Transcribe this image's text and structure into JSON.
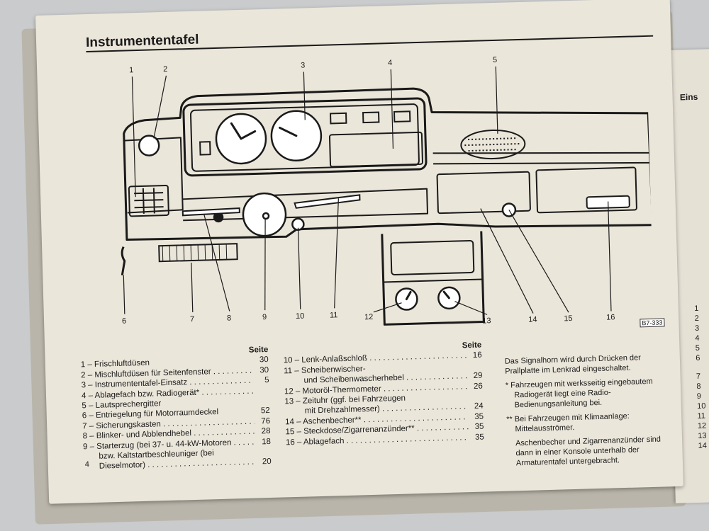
{
  "page": {
    "title": "Instrumententafel",
    "page_number": "4",
    "ref_code": "B7-333",
    "callouts": [
      "1",
      "2",
      "3",
      "4",
      "5",
      "1",
      "2",
      "6",
      "7",
      "8",
      "9",
      "10",
      "11",
      "12",
      "13",
      "14",
      "15",
      "16"
    ]
  },
  "legend_left": {
    "header": "Seite",
    "items": [
      {
        "text": "1 – Frischluftdüsen",
        "page": "30"
      },
      {
        "text": "2 – Mischluftdüsen für Seitenfenster",
        "page": "30"
      },
      {
        "text": "3 – Instrumententafel-Einsatz",
        "page": "5"
      },
      {
        "text": "4 – Ablagefach bzw. Radiogerät*",
        "page": ""
      },
      {
        "text": "5 – Lautsprechergitter",
        "page": ""
      },
      {
        "text": "6 – Entriegelung für Motorraumdeckel",
        "page": "52"
      },
      {
        "text": "7 – Sicherungskasten",
        "page": "76"
      },
      {
        "text": "8 – Blinker- und Abblendhebel",
        "page": "28"
      },
      {
        "text": "9 – Starterzug (bei 37- u. 44-kW-Motoren",
        "page": "18"
      },
      {
        "text": "bzw. Kaltstartbeschleuniger (bei",
        "page": ""
      },
      {
        "text": "Dieselmotor)",
        "page": "20"
      }
    ]
  },
  "legend_right": {
    "header": "Seite",
    "items": [
      {
        "text": "10 – Lenk-Anlaßschloß",
        "page": "16"
      },
      {
        "text": "11 – Scheibenwischer-",
        "page": ""
      },
      {
        "text": "und Scheibenwascherhebel",
        "page": "29"
      },
      {
        "text": "12 – Motoröl-Thermometer",
        "page": "26"
      },
      {
        "text": "13 – Zeituhr (ggf. bei Fahrzeugen",
        "page": ""
      },
      {
        "text": "mit Drehzahlmesser)",
        "page": "24"
      },
      {
        "text": "14 – Aschenbecher**",
        "page": "35"
      },
      {
        "text": "15 – Steckdose/Zigarrenanzünder**",
        "page": "35"
      },
      {
        "text": "16 – Ablagefach",
        "page": "35"
      }
    ]
  },
  "notes": [
    "Das Signalhorn wird durch Drücken der Prallplatte im Lenkrad eingeschaltet.",
    "* Fahrzeugen mit werksseitig eingebautem Radiogerät liegt eine Radio-Bedienungsanleitung bei.",
    "** Bei Fahrzeugen mit Klimaanlage: Mittelausströmer.",
    "Aschenbecher und Zigarrenanzünder sind dann in einer Konsole unterhalb der Armaturentafel untergebracht."
  ],
  "next_page": {
    "title_fragment": "Eins",
    "numbers": [
      "1",
      "2",
      "3",
      "4",
      "5",
      "6",
      "7",
      "8",
      "9",
      "10",
      "11",
      "12",
      "13",
      "14"
    ]
  }
}
